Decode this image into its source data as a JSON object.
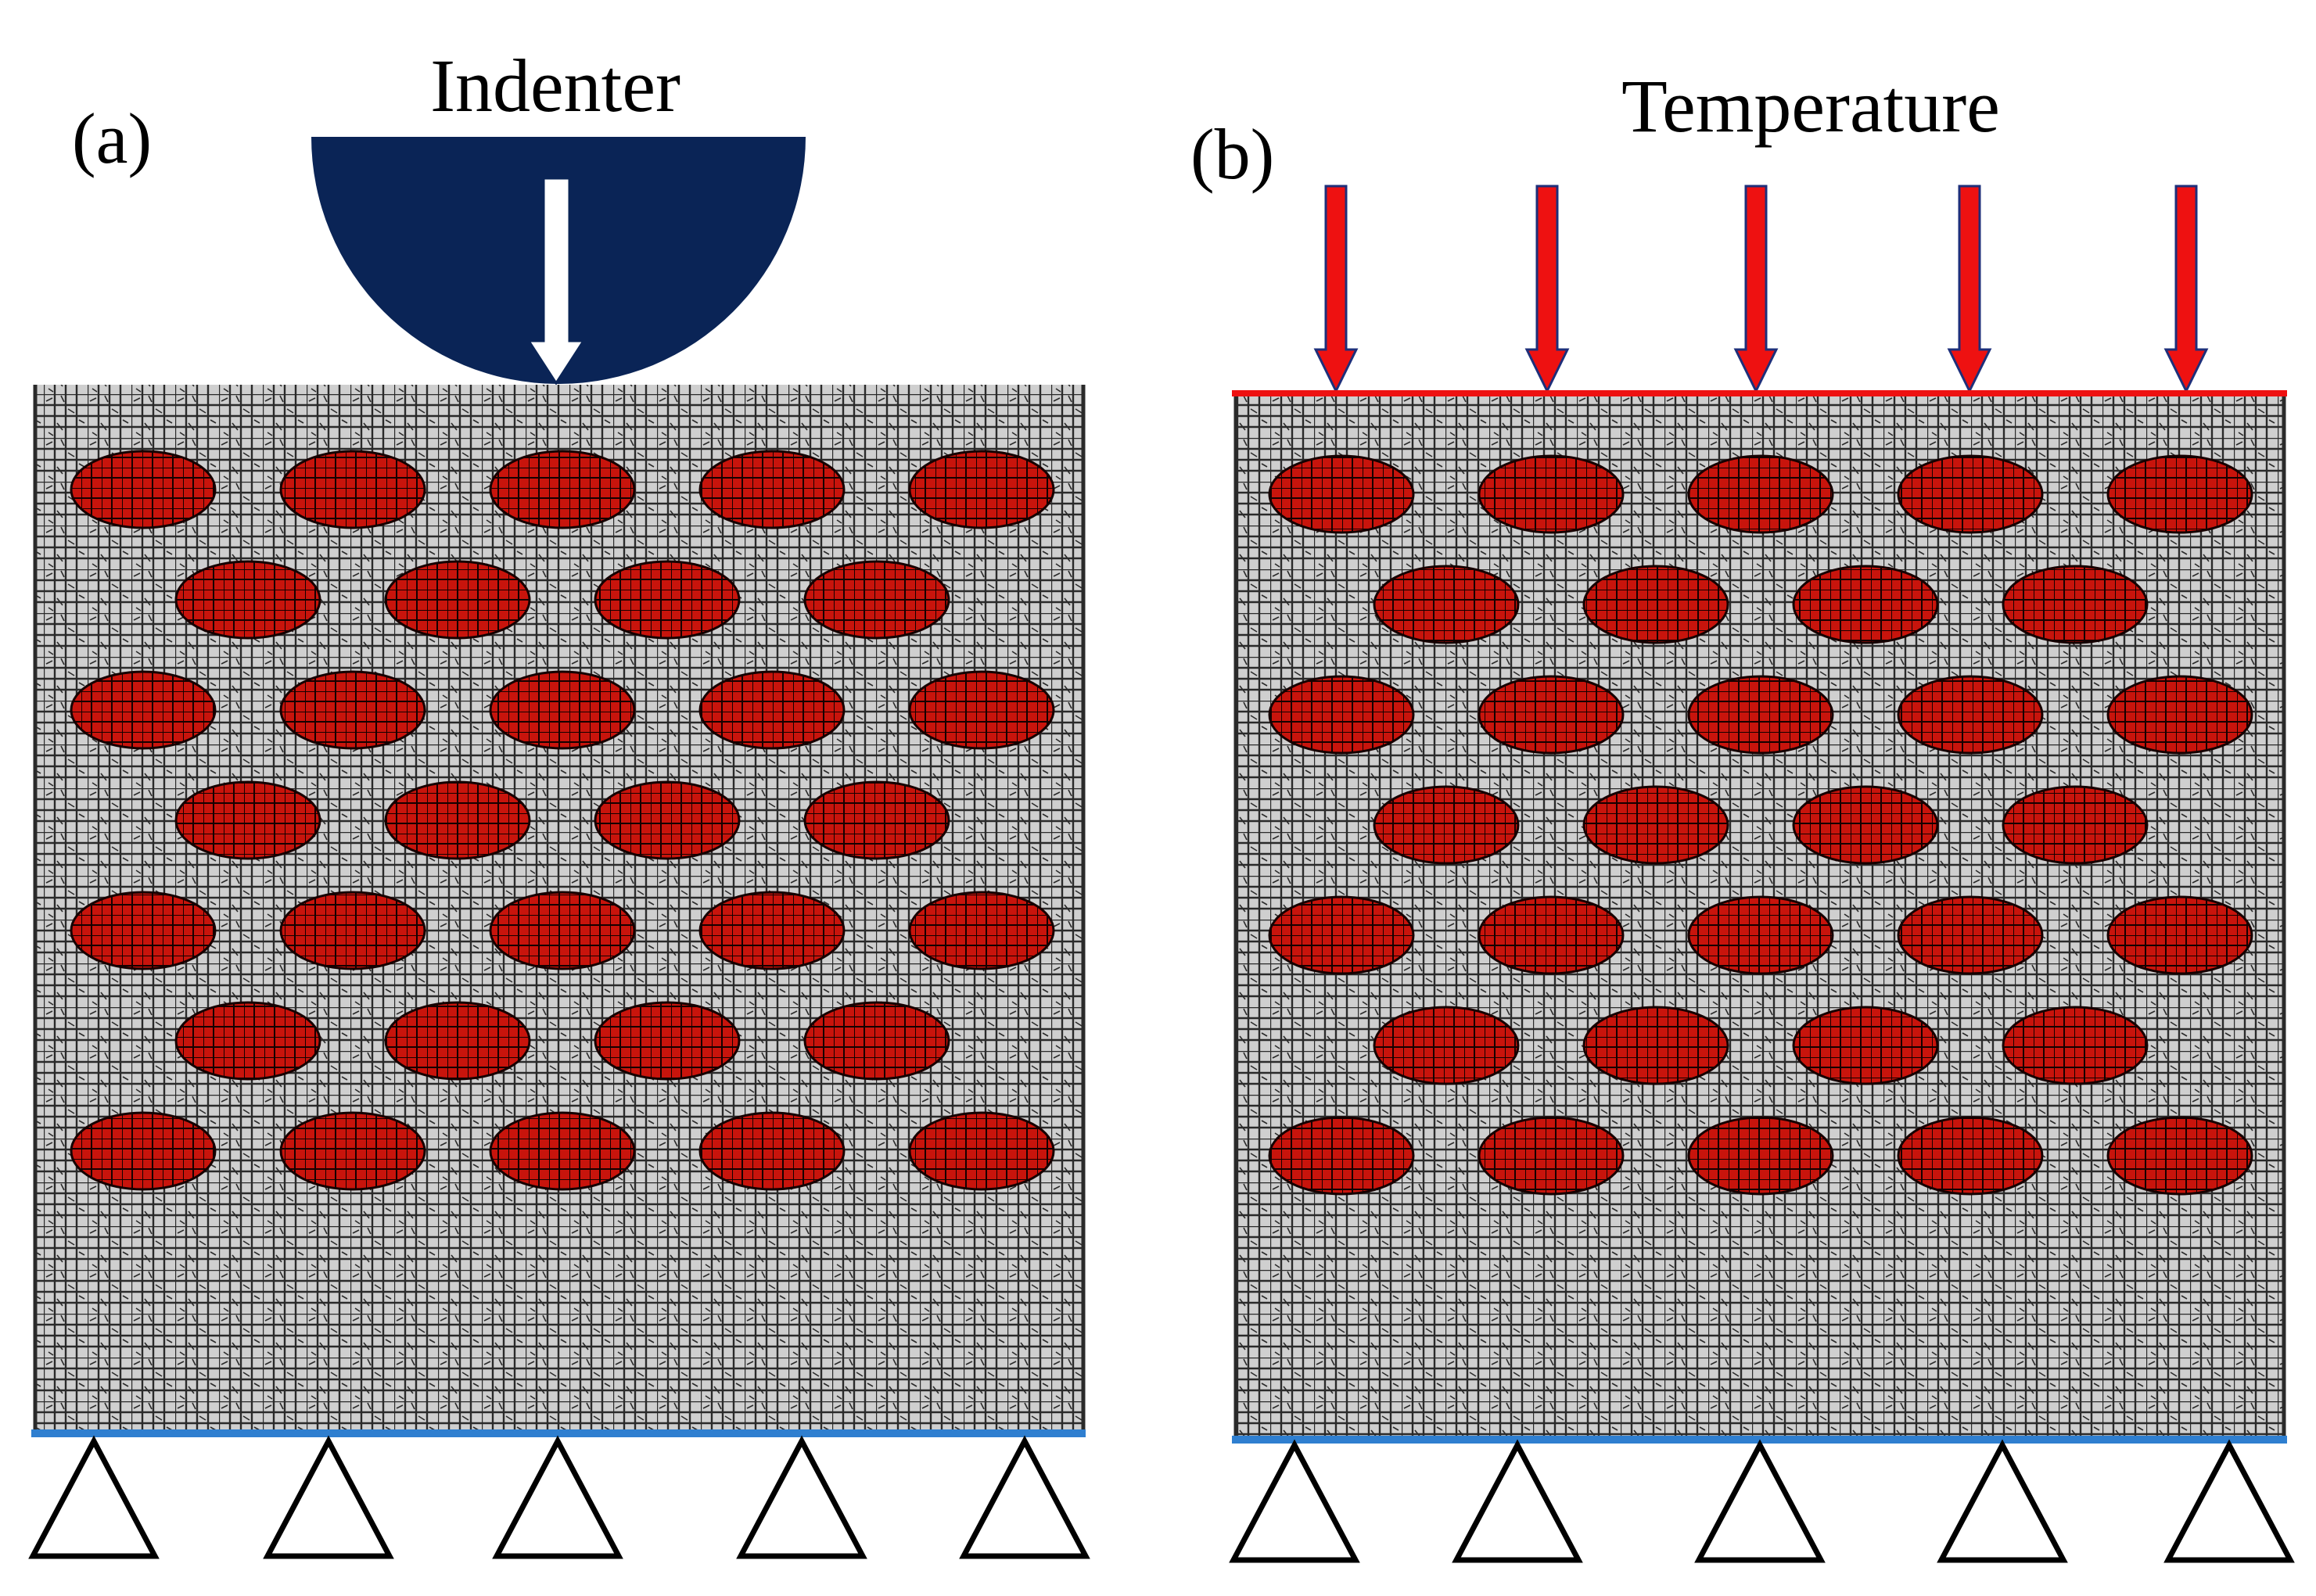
{
  "panel_a": {
    "label": "(a)",
    "title": "Indenter",
    "support_count": 5,
    "inclusion_rows": 7
  },
  "panel_b": {
    "label": "(b)",
    "title": "Temperature",
    "support_count": 5,
    "heat_arrow_count": 5,
    "inclusion_rows": 7
  },
  "colors": {
    "matrix": "#cfcfcf",
    "mesh_line": "#2a2a2a",
    "inclusion": "#c8140c",
    "indenter": "#0a2456",
    "indenter_arrow": "#ffffff",
    "heat_arrow": "#ee1111",
    "heat_arrow_outline": "#1e2f7a",
    "heated_edge": "#ee1111",
    "fixed_edge": "#2f7fd0",
    "support": "#000000"
  },
  "icons": {
    "indenter": "hemisphere-indenter-icon",
    "load": "down-arrow-icon",
    "support": "triangle-support-icon"
  }
}
